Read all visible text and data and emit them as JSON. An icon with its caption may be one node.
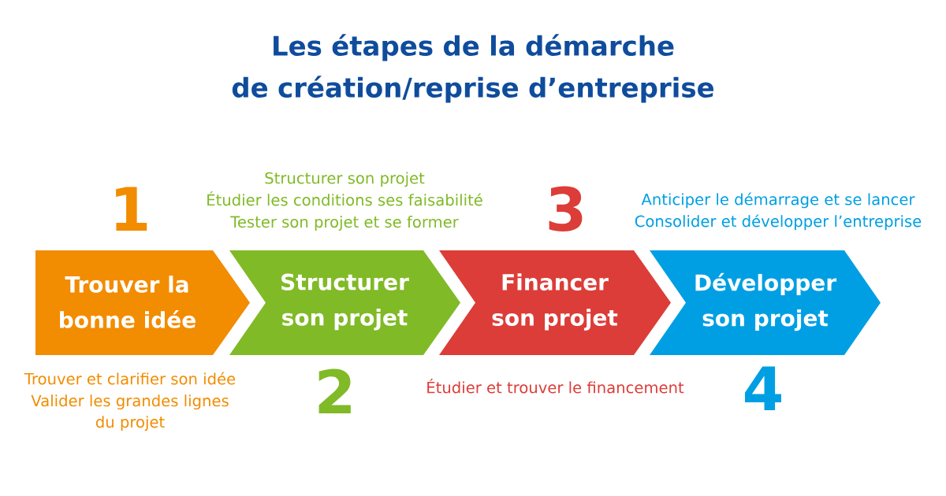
{
  "diagram": {
    "title": "Les étapes de la démarche de création/reprise d’entreprise",
    "nodes": [
      {
        "text": [
          "Trouver la bonne idée"
        ],
        "beside": [
          "1",
          "Trouver et clarifier son idée",
          "Valider les grandes lignes du projet"
        ]
      },
      {
        "text": [
          "Structurer son projet"
        ],
        "beside": [
          "2",
          "Structurer son projet",
          "Étudier les conditions ses faisabilité",
          "Tester son projet et se former"
        ]
      },
      {
        "text": [
          "Financer son projet"
        ],
        "beside": [
          "3",
          "Étudier et trouver le financement"
        ]
      },
      {
        "text": [
          "Développer son projet"
        ],
        "beside": [
          "4",
          "Anticiper le démarrage et se lancer",
          "Consolider et développer l’entreprise"
        ]
      }
    ]
  }
}
